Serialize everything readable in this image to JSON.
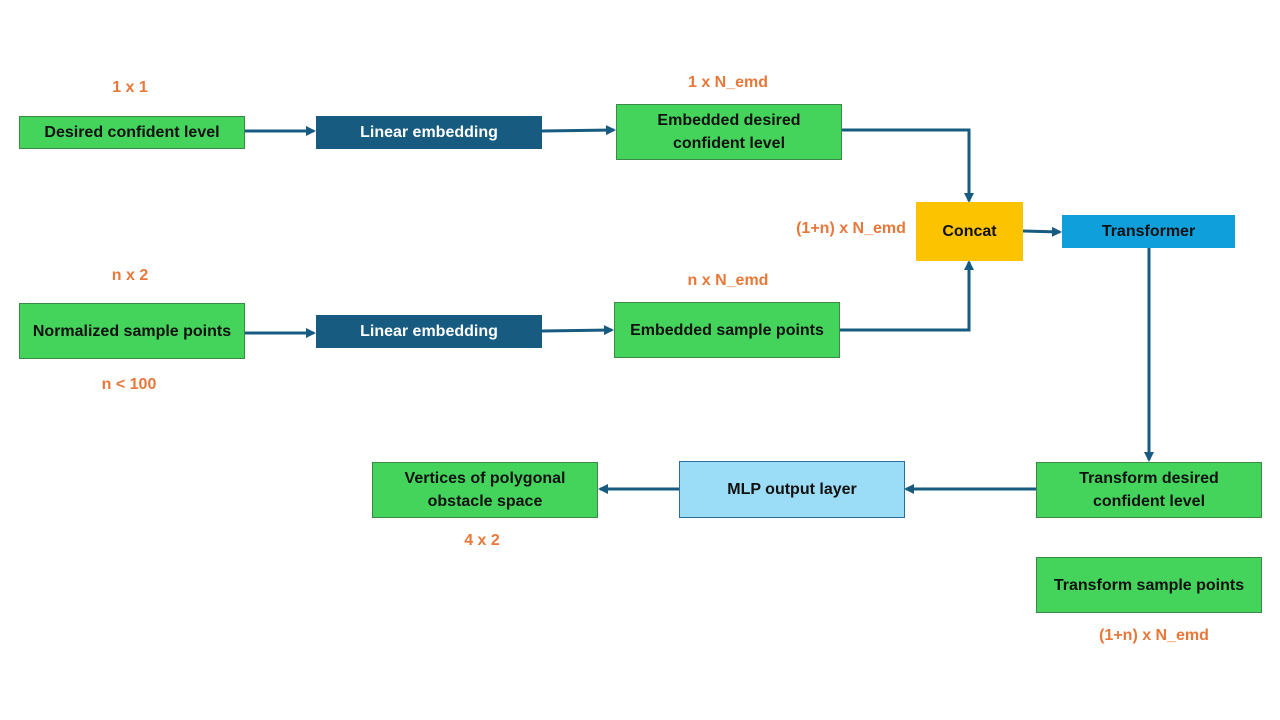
{
  "colors": {
    "green": "#44d35b",
    "navy": "#175b80",
    "concat": "#fbc300",
    "transformer": "#0f9fdb",
    "mlp": "#9bdcf7",
    "arrow": "#175b80",
    "annotation": "#e8783a"
  },
  "nodes": {
    "desired_confident_level": "Desired confident level",
    "linear_embedding_top": "Linear embedding",
    "embedded_desired_confident_level": "Embedded desired confident level",
    "normalized_sample_points": "Normalized sample points",
    "linear_embedding_bottom": "Linear embedding",
    "embedded_sample_points": "Embedded sample points",
    "concat": "Concat",
    "transformer": "Transformer",
    "transform_desired_confident_level": "Transform desired confident level",
    "transform_sample_points": "Transform sample points",
    "mlp_output_layer": "MLP output layer",
    "vertices_polygonal_obstacle_space": "Vertices of polygonal obstacle space"
  },
  "annotations": {
    "shape_1x1": "1 x 1",
    "shape_1xN": "1 x N_emd",
    "shape_nx2": "n x 2",
    "shape_nxN": "n x N_emd",
    "n_limit": "n < 100",
    "shape_concat": "(1+n) x N_emd",
    "shape_transform": "(1+n) x N_emd",
    "shape_output": "4 x 2"
  }
}
